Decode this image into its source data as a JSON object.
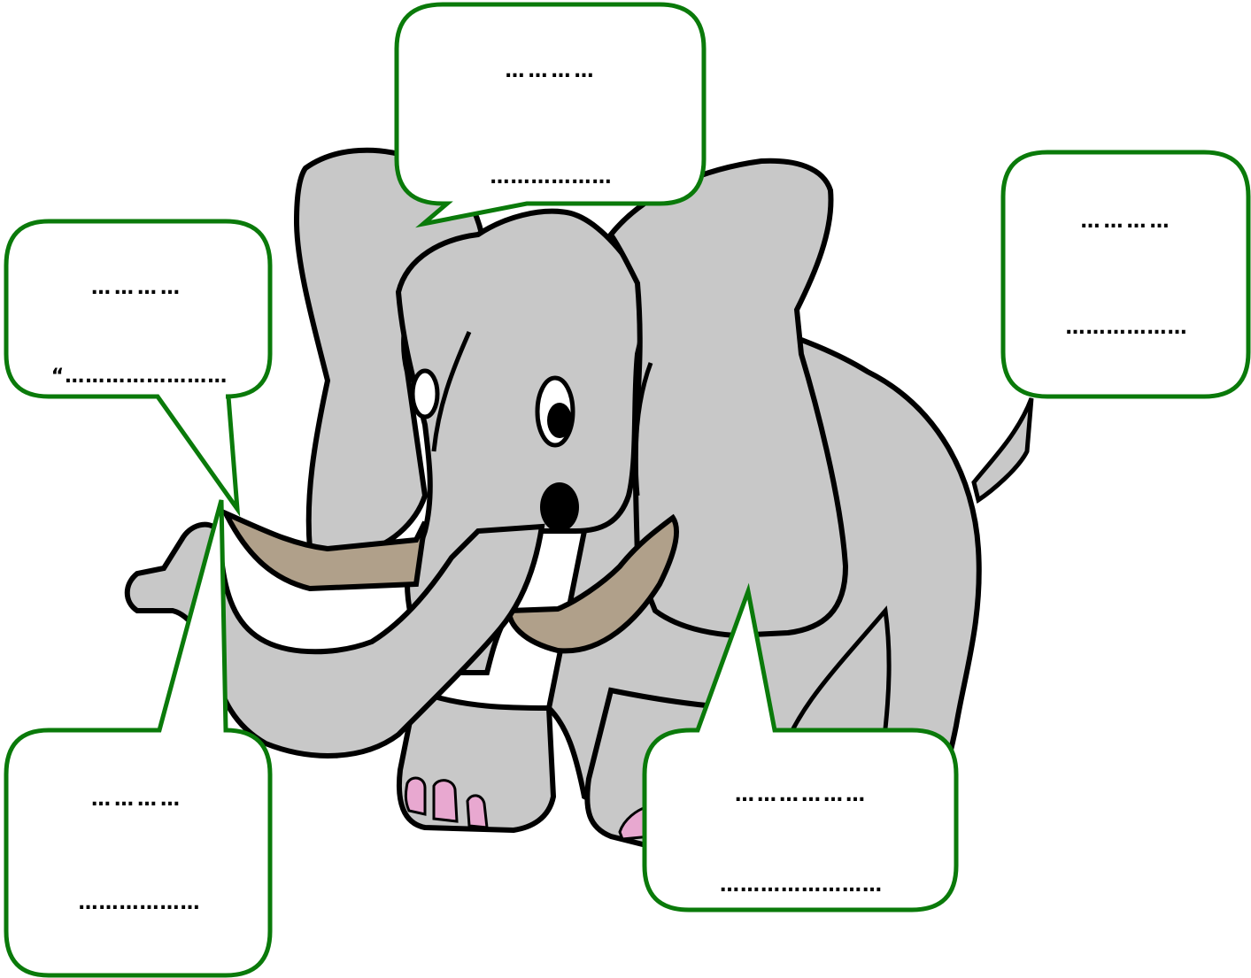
{
  "colors": {
    "callout_border": "#0a7a0a",
    "elephant_body": "#c8c8c8",
    "tusk": "#b0a08a",
    "toenail": "#e8a8d0",
    "outline": "#000000"
  },
  "callouts": [
    {
      "id": "head",
      "line1": "…………",
      "line2": "………………"
    },
    {
      "id": "tusk",
      "line1": "…………",
      "line2": "“……………………"
    },
    {
      "id": "tail",
      "line1": "…………",
      "line2": "………………"
    },
    {
      "id": "trunk",
      "line1": "…………",
      "line2": "………………"
    },
    {
      "id": "leg",
      "line1": "………………",
      "line2": "……………………"
    }
  ]
}
